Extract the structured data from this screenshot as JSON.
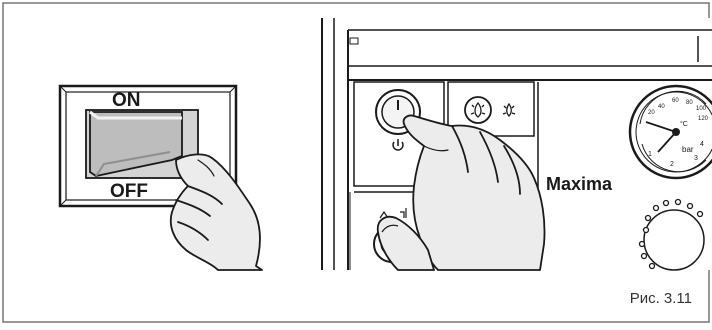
{
  "switch": {
    "on_label": "ON",
    "off_label": "OFF"
  },
  "panel": {
    "brand_label": "Maxima"
  },
  "gauge": {
    "unit_temp": "°C",
    "unit_pressure": "bar",
    "scale_labels": [
      "20",
      "40",
      "60",
      "80",
      "100",
      "120",
      "1",
      "2",
      "3",
      "4"
    ]
  },
  "figure_label": "Рис. 3.11",
  "colors": {
    "stroke": "#1a1a1a",
    "switch_face": "#bdbdbd",
    "hand_fill": "#ececec",
    "frame": "#777777"
  }
}
